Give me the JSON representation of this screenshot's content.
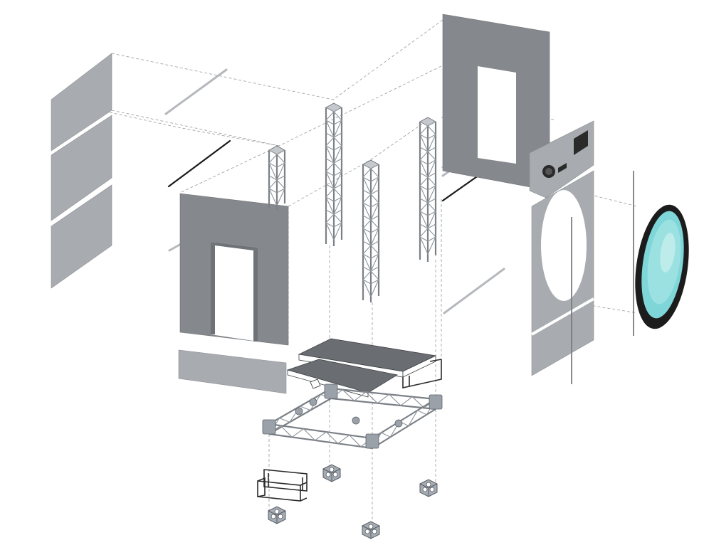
{
  "diagram": {
    "kind": "exploded-view",
    "background": "#ffffff",
    "colors": {
      "panel": "#a8abaf",
      "panel_shadow": "#85888c",
      "truss": "#8e949a",
      "deck": "#6a6d71",
      "lens_glass": "#7fd6d8",
      "lens_rim": "#1c1c1c"
    },
    "parts": [
      "slatted-wall-panel",
      "doorway-wall-panel",
      "window-wall-panel",
      "front-panel-with-round-opening",
      "round-lens",
      "truss-columns",
      "stage-decks",
      "truss-base-frame",
      "truss-cube-blocks",
      "stair-frame",
      "connecting-rods"
    ]
  }
}
